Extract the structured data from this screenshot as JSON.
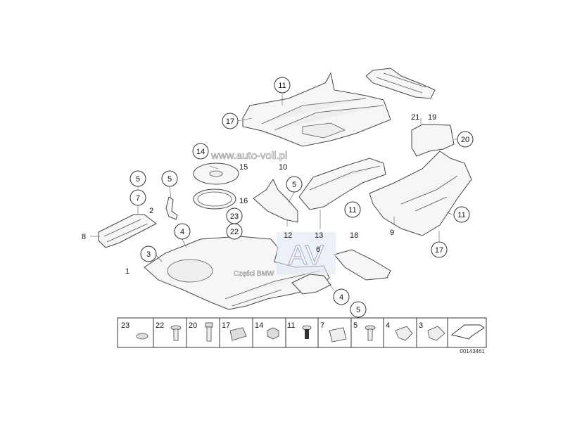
{
  "diagram": {
    "watermark_url": "www.auto-voll.pl",
    "watermark_brand": "Części BMW",
    "watermark_logo": "AV",
    "drawing_number": "00143461",
    "callouts": {
      "c11a": "11",
      "c17a": "17",
      "c21": "21",
      "c19": "19",
      "c20": "20",
      "c14": "14",
      "c15": "15",
      "c10": "10",
      "c5a": "5",
      "c5b": "5",
      "c7": "7",
      "c2": "2",
      "c16": "16",
      "c5c": "5",
      "c8": "8",
      "c4a": "4",
      "c23": "23",
      "c22": "22",
      "c12": "12",
      "c13": "13",
      "c6": "6",
      "c18": "18",
      "c11b": "11",
      "c9": "9",
      "c11c": "11",
      "c17b": "17",
      "c3": "3",
      "c1": "1",
      "c4b": "4",
      "c5d": "5"
    },
    "strip_items": [
      "23",
      "22",
      "20",
      "17",
      "14",
      "11",
      "7",
      "5",
      "4",
      "3"
    ]
  }
}
